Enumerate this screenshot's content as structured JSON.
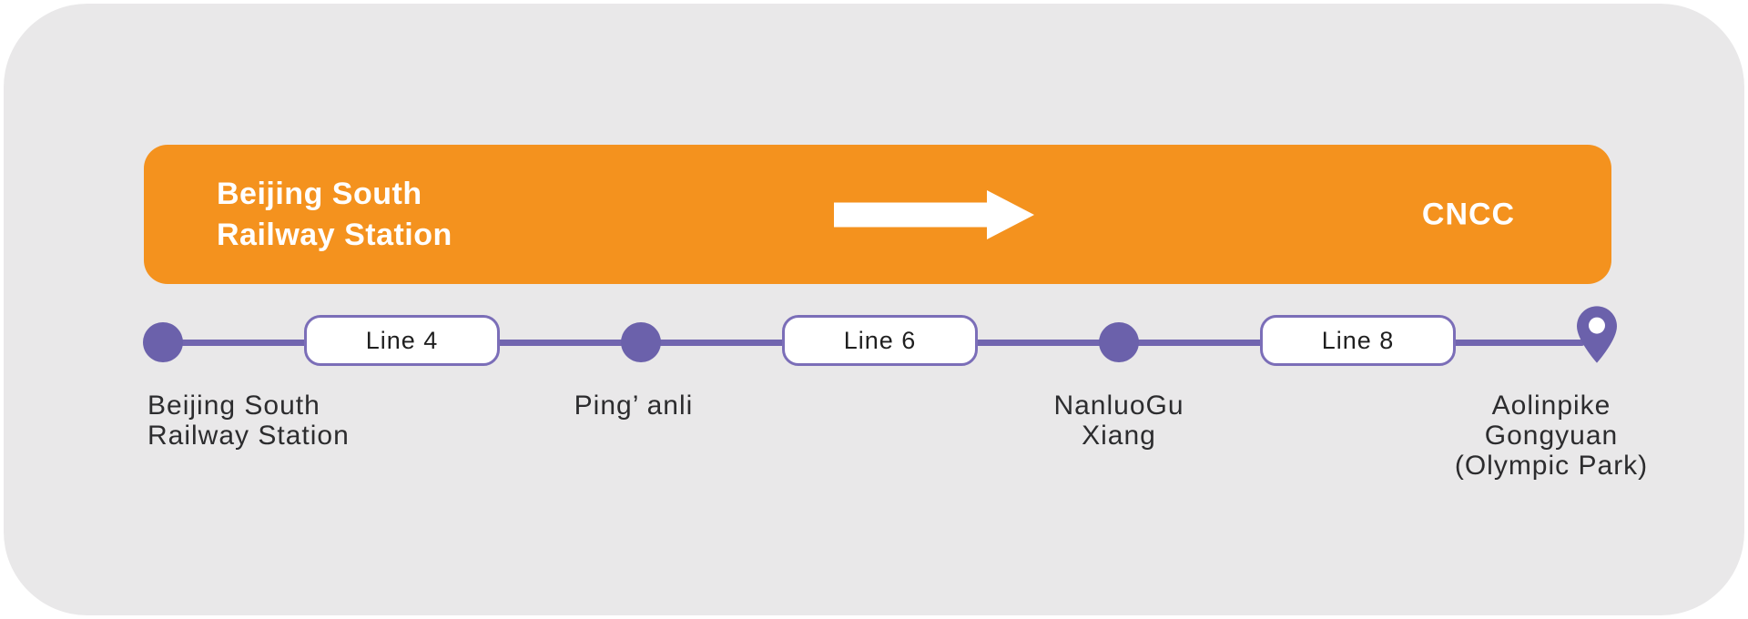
{
  "colors": {
    "page_bg": "#ffffff",
    "card_bg": "#e9e8e9",
    "banner_bg": "#f4921e",
    "banner_text": "#ffffff",
    "route_line": "#7165af",
    "station_dot": "#6b61ab",
    "badge_border": "#7b6eb8",
    "badge_bg": "#ffffff",
    "label_text": "#2c2c2e"
  },
  "banner": {
    "origin": [
      "Beijing South",
      "Railway Station"
    ],
    "destination": "CNCC",
    "arrow_icon": "right-arrow"
  },
  "route": {
    "lines": [
      {
        "label": "Line 4"
      },
      {
        "label": "Line 6"
      },
      {
        "label": "Line 8"
      }
    ],
    "stops": [
      {
        "marker": "dot",
        "lines": [
          "Beijing South",
          "Railway Station"
        ]
      },
      {
        "marker": "dot",
        "lines": [
          "Ping’ anli"
        ]
      },
      {
        "marker": "dot",
        "lines": [
          "NanluoGu",
          "Xiang"
        ]
      },
      {
        "marker": "pin",
        "lines": [
          "Aolinpike",
          "Gongyuan",
          "(Olympic Park)"
        ]
      }
    ]
  }
}
